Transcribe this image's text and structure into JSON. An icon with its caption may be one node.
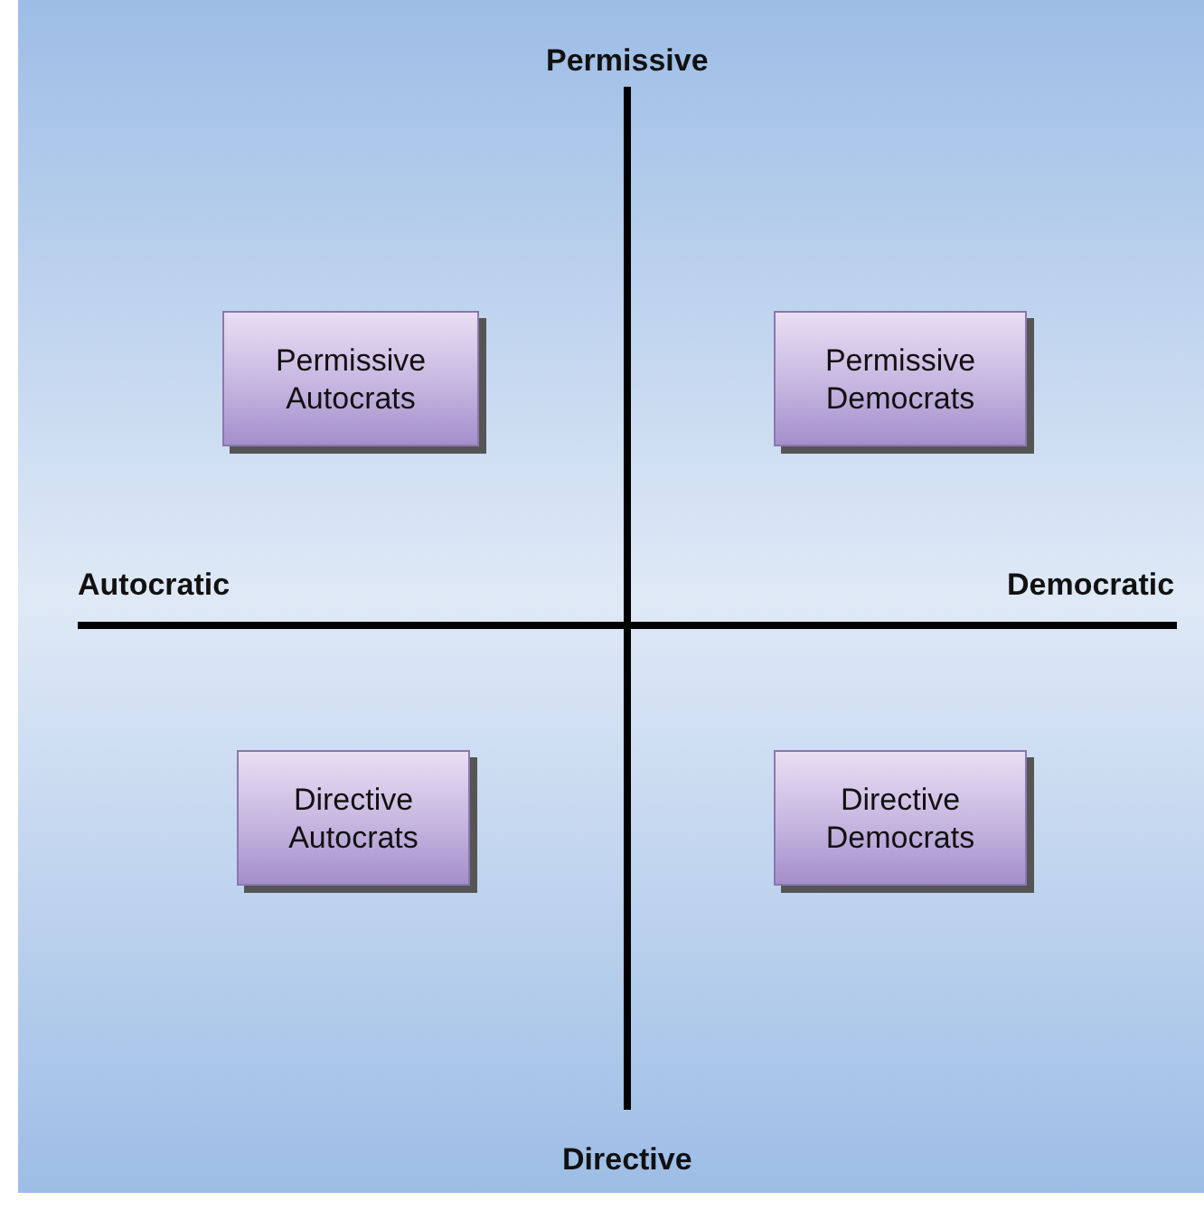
{
  "diagram": {
    "nodes": [
      {
        "text": [
          "Permissive Autocrats"
        ]
      },
      {
        "text": [
          "Permissive Democrats"
        ]
      },
      {
        "text": [
          "Directive Autocrats"
        ]
      },
      {
        "text": [
          "Directive Democrats"
        ]
      }
    ],
    "labels": [
      "Permissive",
      "Autocratic",
      "Democratic",
      "Directive"
    ]
  }
}
